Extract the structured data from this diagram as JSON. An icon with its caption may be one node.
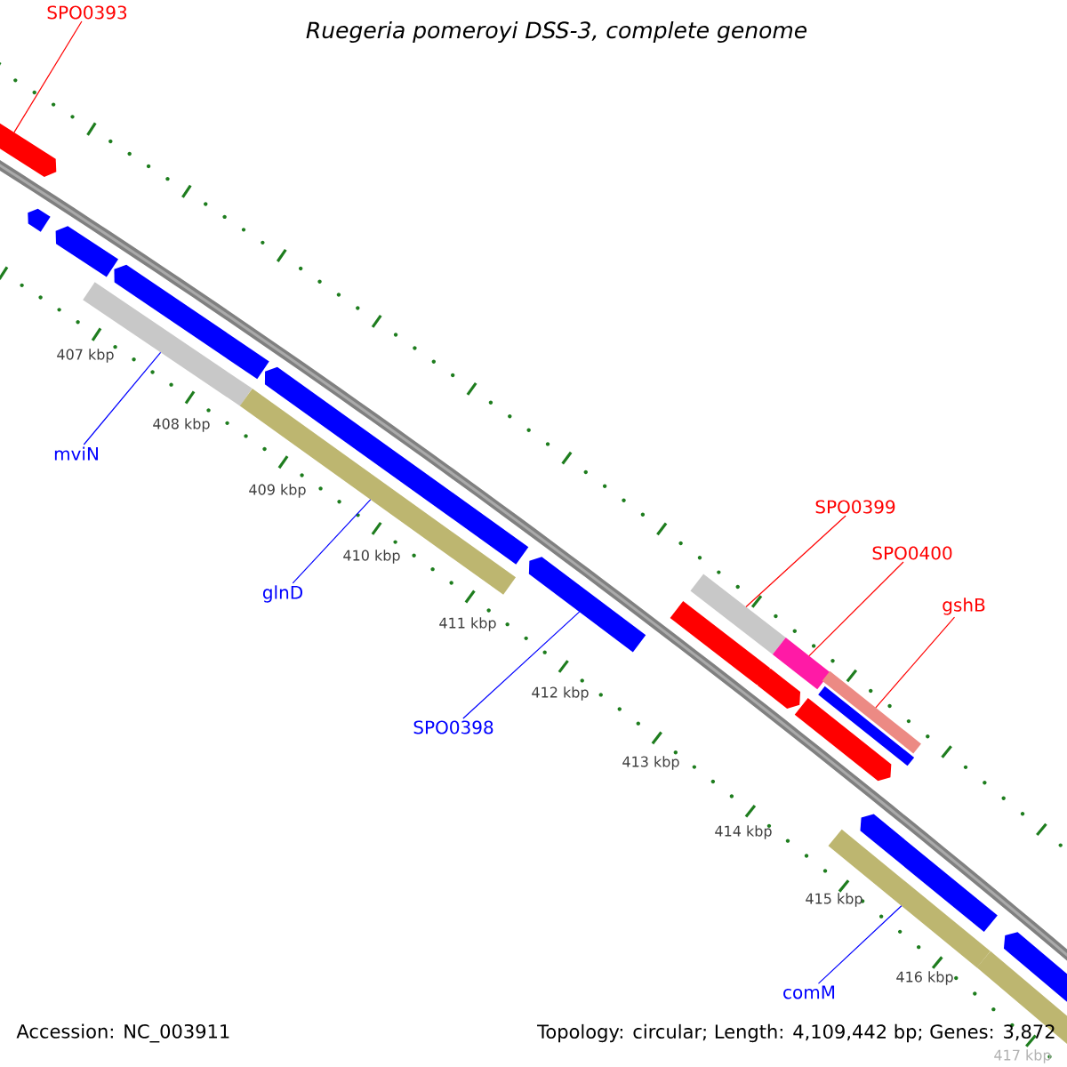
{
  "diagram": {
    "title": "Ruegeria pomeroyi DSS-3, complete genome",
    "nodes": [
      {
        "text": [
          "SPO0393"
        ]
      },
      {
        "text": [
          "mviN"
        ]
      },
      {
        "text": [
          "glnD"
        ]
      },
      {
        "text": [
          "SPO0398"
        ]
      },
      {
        "text": [
          "SPO0399"
        ]
      },
      {
        "text": [
          "SPO0400"
        ]
      },
      {
        "text": [
          "gshB"
        ]
      },
      {
        "text": [
          "comM"
        ]
      },
      {
        "text": [],
        "shape": "arrow"
      },
      {
        "text": [],
        "shape": "arrow"
      },
      {
        "text": [],
        "shape": "arrow"
      },
      {
        "text": [],
        "shape": "arrow"
      },
      {
        "text": [],
        "shape": "bar"
      },
      {
        "text": [],
        "shape": "bar"
      },
      {
        "text": [],
        "shape": "arrow"
      },
      {
        "text": [],
        "shape": "arrow"
      },
      {
        "text": [],
        "shape": "arrow"
      },
      {
        "text": [],
        "shape": "bar"
      },
      {
        "text": [],
        "shape": "arrow"
      },
      {
        "text": [],
        "shape": "bar"
      },
      {
        "text": [],
        "shape": "arrow"
      },
      {
        "text": [],
        "shape": "bar"
      },
      {
        "text": [],
        "shape": "bar"
      },
      {
        "text": [],
        "shape": "bar"
      },
      {
        "text": [],
        "shape": "arrow"
      },
      {
        "text": [],
        "shape": "bar"
      },
      {
        "text": [],
        "shape": "arrow"
      }
    ],
    "edges": [
      {
        "from": 0,
        "to": 8,
        "arrow": "none",
        "color": "#ff0000"
      },
      {
        "from": 1,
        "to": 12,
        "arrow": "none",
        "color": "#0000ff"
      },
      {
        "from": 2,
        "to": 13,
        "arrow": "none",
        "color": "#0000ff"
      },
      {
        "from": 3,
        "to": 15,
        "arrow": "none",
        "color": "#0000ff"
      },
      {
        "from": 4,
        "to": 17,
        "arrow": "none",
        "color": "#ff0000"
      },
      {
        "from": 5,
        "to": 19,
        "arrow": "none",
        "color": "#ff0000"
      },
      {
        "from": 6,
        "to": 21,
        "arrow": "none",
        "color": "#ff0000"
      },
      {
        "from": 7,
        "to": 23,
        "arrow": "none",
        "color": "#0000ff"
      }
    ],
    "labels": [
      "407 kbp",
      "408 kbp",
      "409 kbp",
      "410 kbp",
      "411 kbp",
      "412 kbp",
      "413 kbp",
      "414 kbp",
      "415 kbp",
      "416 kbp",
      "417 kbp",
      "Accession: NC_003911",
      "Topology: circular; Length: 4,109,442 bp; Genes: 3,872"
    ]
  }
}
